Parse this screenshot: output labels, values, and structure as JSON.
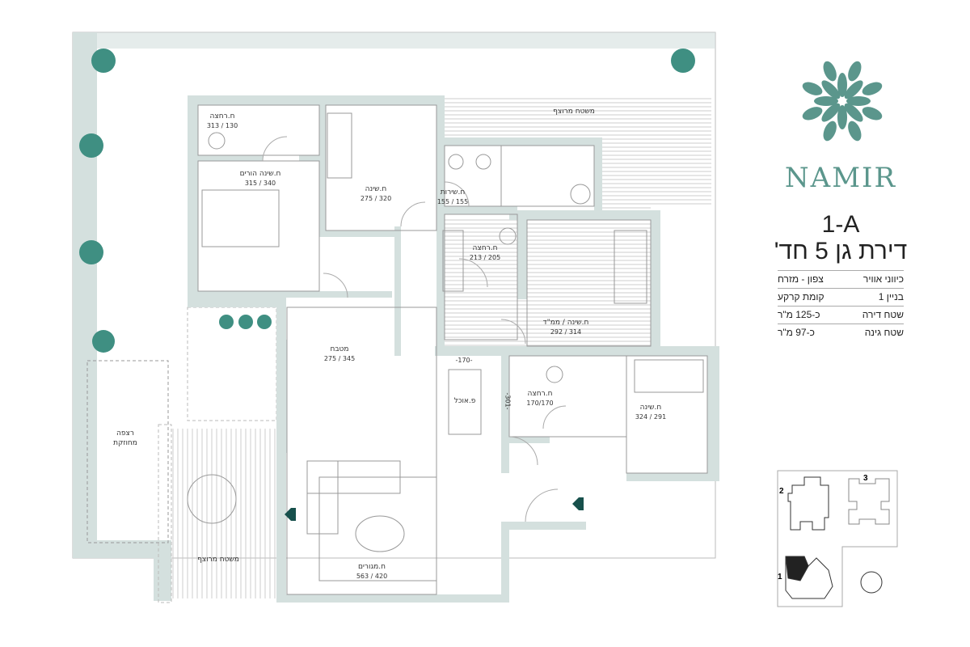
{
  "brand": {
    "name": "NAMIR",
    "color": "#5b968c"
  },
  "unit": {
    "code": "1-A",
    "name": "דירת גן 5 חד'"
  },
  "info": [
    {
      "label": "כיווני אוויר",
      "value": "צפון - מזרח"
    },
    {
      "label": "בניין 1",
      "value": "קומת קרקע"
    },
    {
      "label": "שטח דירה",
      "value": "כ-125 מ\"ר"
    },
    {
      "label": "שטח גינה",
      "value": "כ-97 מ\"ר"
    }
  ],
  "rooms": [
    {
      "name": "משטח מרוצף",
      "dim": ""
    },
    {
      "name": "ח.רחצה",
      "dim": "313 / 130"
    },
    {
      "name": "ח.שינה הורים",
      "dim": "315 / 340"
    },
    {
      "name": "ח.שינה",
      "dim": "275 / 320"
    },
    {
      "name": "ח.שירות",
      "dim": "155 / 155"
    },
    {
      "name": "ח.רחצה",
      "dim": "213 / 205"
    },
    {
      "name": "ח.שינה / ממ\"ד",
      "dim": "292 / 314"
    },
    {
      "name": "מטבח",
      "dim": "275 / 345"
    },
    {
      "name": "פ.אוכל",
      "dim": ""
    },
    {
      "name": "ח.רחצה",
      "dim": "170/170"
    },
    {
      "name": "ח.שינה",
      "dim": "324 / 291"
    },
    {
      "name": "רצפה",
      "dim": "מחוזקת"
    },
    {
      "name": "משטח מרוצף",
      "dim": ""
    },
    {
      "name": "ח.מגורים",
      "dim": "563 / 420"
    }
  ],
  "dims": {
    "table_width": "-170-",
    "table_length": "-301-"
  },
  "keyplan": {
    "buildings": [
      "1",
      "2",
      "3"
    ]
  },
  "colors": {
    "wall": "#d4e0de",
    "line": "#999999",
    "entry_arrow": "#17504c",
    "plant": "#3f8f82"
  }
}
